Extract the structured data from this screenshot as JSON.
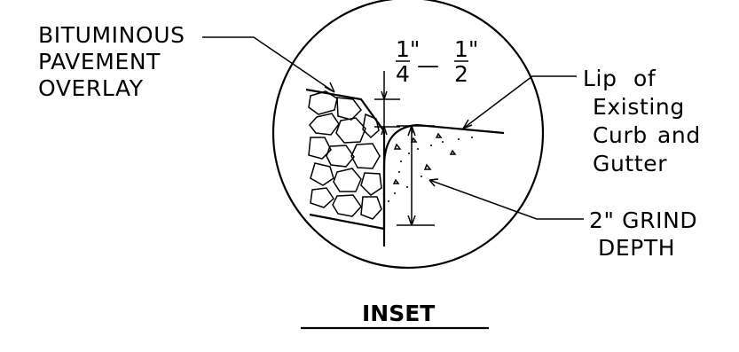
{
  "labels": {
    "overlay_line1": "BITUMINOUS",
    "overlay_line2": "PAVEMENT",
    "overlay_line3": "OVERLAY",
    "lip_line1": "Lip",
    "lip_word2": "of",
    "lip_line2": "Existing",
    "lip_line3": "Curb",
    "lip_word4": "and",
    "lip_line4": "Gutter",
    "grind_line1": "2\" GRIND",
    "grind_line2": "DEPTH"
  },
  "dimension": {
    "frac1_num": "1\"",
    "frac1_den": "4",
    "dash": "—",
    "frac2_num": "1\"",
    "frac2_den": "2"
  },
  "title": "INSET",
  "colors": {
    "ink": "#000000",
    "background": "#ffffff"
  }
}
